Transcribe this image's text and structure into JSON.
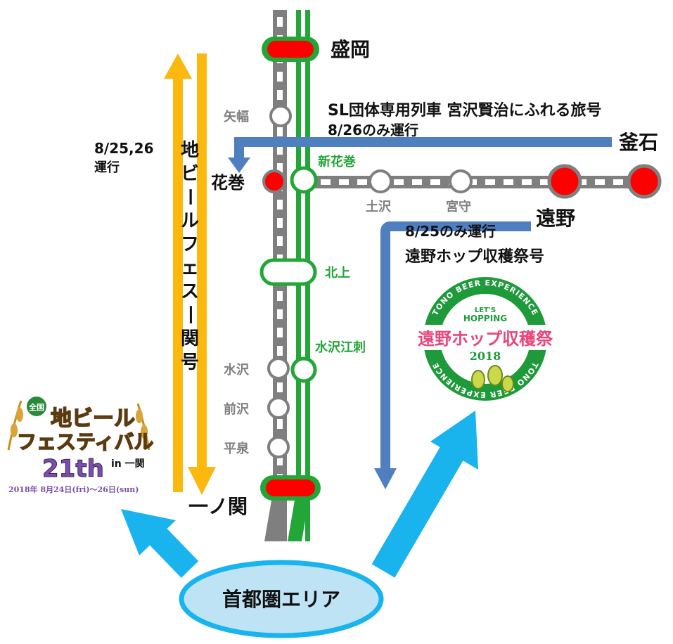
{
  "colors": {
    "jr_line": "#21a637",
    "other_line": "#7f7f7f",
    "station_fill": "#ffffff",
    "terminal_red": "#ff0000",
    "festa_arrow": "#fbb80f",
    "special_route": "#4f7fbf",
    "tokyo_arrow": "#19b3ee",
    "tokyo_ellipse_fill": "#bde3f5",
    "tokyo_ellipse_stroke": "#19b3ee",
    "jr_station_label": "#21a637",
    "other_station_label": "#7f7f7f",
    "text": "#111111",
    "tono_green": "#1e9a3a",
    "tono_pink": "#e8457a",
    "beerfes_purple": "#7b4fa8",
    "beerfes_gold": "#d59a1a"
  },
  "stations": {
    "morioka": "盛岡",
    "yahaba": "矢幅",
    "hanamaki": "花巻",
    "shin_hanamaki": "新花巻",
    "kitakami": "北上",
    "mizusawa_esashi": "水沢江刺",
    "mizusawa": "水沢",
    "maesawa": "前沢",
    "hiraizumi": "平泉",
    "ichinoseki": "一ノ関",
    "tsuchizawa": "土沢",
    "miyamori": "宮守",
    "tono": "遠野",
    "kamaishi": "釜石"
  },
  "routes": {
    "sl_train_name": "SL団体専用列車 宮沢賢治にふれる旅号",
    "sl_train_date": "8/26のみ運行",
    "beerfes_train_date_1": "8/25,26",
    "beerfes_train_date_2": "運行",
    "beerfes_train_name": "地ビールフェス一関号",
    "hop_train_date": "8/25のみ運行",
    "hop_train_name": "遠野ホップ収穫祭号"
  },
  "origin": {
    "label": "首都圏エリア"
  },
  "tono_logo": {
    "ring_text_top": "TONO BEER EXPERIENCE",
    "ring_text_bottom": "TONO BEER EXPERIENCE",
    "sub_1": "LET'S",
    "sub_2": "HOPPING",
    "title": "遠野ホップ収穫祭",
    "year": "2018"
  },
  "beerfes_logo": {
    "badge": "全国",
    "line1": "地ビール",
    "line2": "フェスティバル",
    "suffix": "in 一関",
    "edition": "21th",
    "date": "2018年 8月24日(fri)〜26日(sun)"
  }
}
